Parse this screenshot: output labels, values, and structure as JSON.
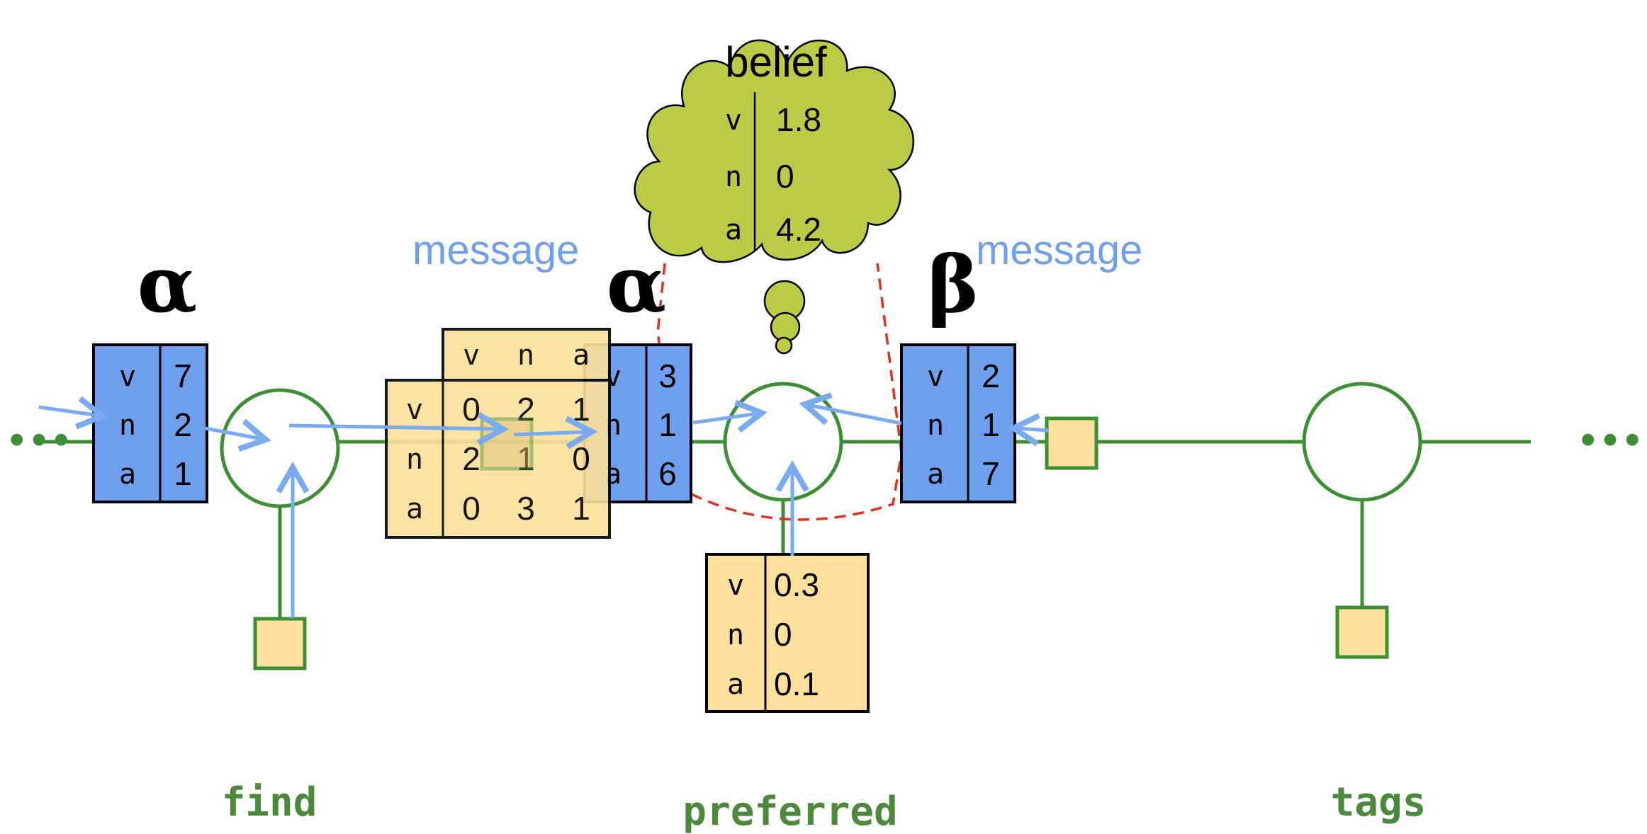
{
  "colors": {
    "green": "#3d8f35",
    "blue": "#6fa0ee",
    "message_arrow": "#7aaaf0",
    "belief_fill": "#bcca46",
    "table_yellow": "#fde19a",
    "dashed": "#e0321e",
    "label_green": "#4a8a3a"
  },
  "ellipsis_left": "...",
  "ellipsis_right": "...",
  "left_alpha": {
    "greek": "α",
    "rows": [
      {
        "tag": "v",
        "value": "7"
      },
      {
        "tag": "n",
        "value": "2"
      },
      {
        "tag": "a",
        "value": "1"
      }
    ]
  },
  "message_left": "message",
  "message_right": "message",
  "transition_matrix": {
    "col_headers": [
      "v",
      "n",
      "a"
    ],
    "rows": [
      {
        "tag": "v",
        "values": [
          "0",
          "2",
          "1"
        ]
      },
      {
        "tag": "n",
        "values": [
          "2",
          "1",
          "0"
        ]
      },
      {
        "tag": "a",
        "values": [
          "0",
          "3",
          "1"
        ]
      }
    ]
  },
  "mid_alpha": {
    "greek": "α",
    "rows": [
      {
        "tag": "v",
        "value": "3"
      },
      {
        "tag": "n",
        "value": "1"
      },
      {
        "tag": "a",
        "value": "6"
      }
    ]
  },
  "beta": {
    "greek": "β",
    "rows": [
      {
        "tag": "v",
        "value": "2"
      },
      {
        "tag": "n",
        "value": "1"
      },
      {
        "tag": "a",
        "value": "7"
      }
    ]
  },
  "belief": {
    "title": "belief",
    "rows": [
      {
        "tag": "v",
        "value": "1.8"
      },
      {
        "tag": "n",
        "value": "0"
      },
      {
        "tag": "a",
        "value": "4.2"
      }
    ]
  },
  "emission": {
    "rows": [
      {
        "tag": "v",
        "value": "0.3"
      },
      {
        "tag": "n",
        "value": "0"
      },
      {
        "tag": "a",
        "value": "0.1"
      }
    ]
  },
  "words": [
    "find",
    "preferred",
    "tags"
  ]
}
